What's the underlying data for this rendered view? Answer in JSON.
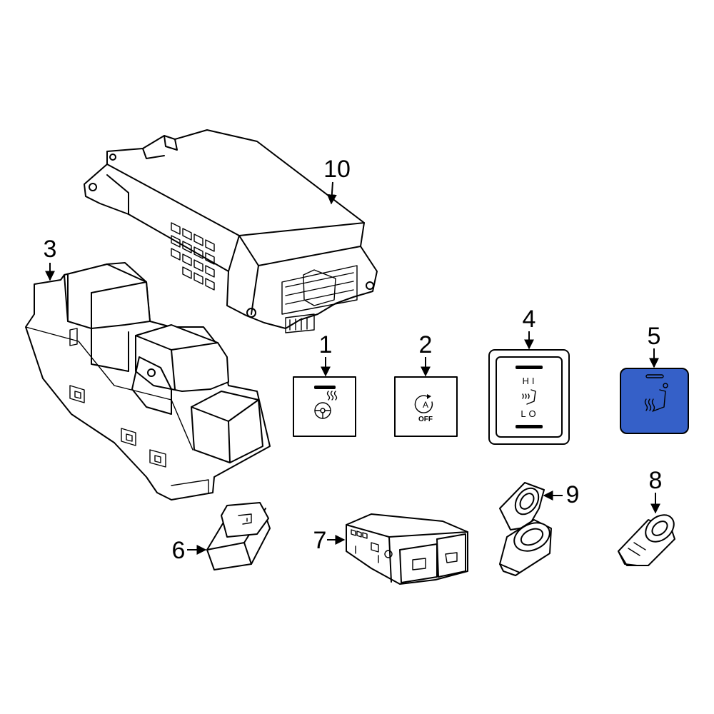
{
  "callouts": {
    "c1": "1",
    "c2": "2",
    "c3": "3",
    "c4": "4",
    "c5": "5",
    "c6": "6",
    "c7": "7",
    "c8": "8",
    "c9": "9",
    "c10": "10"
  },
  "switch_2_label": "OFF",
  "switch_2_symbol": "A",
  "switch_4_hi": "HI",
  "switch_4_lo": "LO",
  "highlight_color": "#3560C8",
  "icons": {
    "part_1": "heated-steering-wheel-icon",
    "part_2": "auto-start-stop-off-icon",
    "part_4": "heated-seat-icon",
    "part_5": "heated-seat-icon"
  }
}
